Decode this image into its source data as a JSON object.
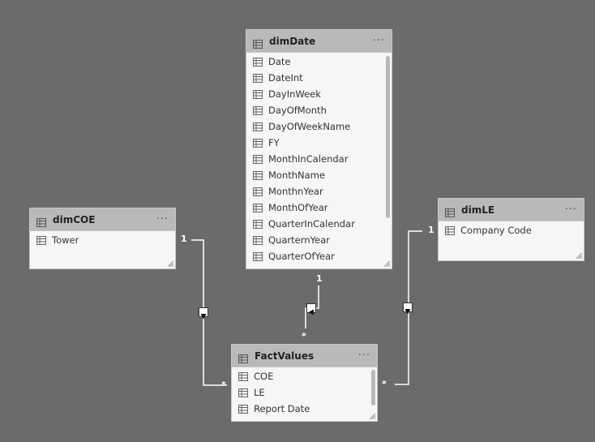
{
  "tables": {
    "dimDate": {
      "title": "dimDate",
      "more": "···",
      "fields": [
        "Date",
        "DateInt",
        "DayInWeek",
        "DayOfMonth",
        "DayOfWeekName",
        "FY",
        "MonthInCalendar",
        "MonthName",
        "MonthnYear",
        "MonthOfYear",
        "QuarterInCalendar",
        "QuarternYear",
        "QuarterOfYear"
      ]
    },
    "dimCOE": {
      "title": "dimCOE",
      "more": "···",
      "fields": [
        "Tower"
      ]
    },
    "dimLE": {
      "title": "dimLE",
      "more": "···",
      "fields": [
        "Company Code"
      ]
    },
    "FactValues": {
      "title": "FactValues",
      "more": "···",
      "fields": [
        "COE",
        "LE",
        "Report Date"
      ]
    }
  },
  "relationships": {
    "coe": {
      "one": "1",
      "many": "*"
    },
    "date": {
      "one": "1",
      "many": "*"
    },
    "le": {
      "one": "1",
      "many": "*"
    }
  },
  "colors": {
    "canvas": "#6b6b6b",
    "card_body": "#f6f6f6",
    "card_header": "#b9b9b9",
    "connector": "#ffffff"
  }
}
